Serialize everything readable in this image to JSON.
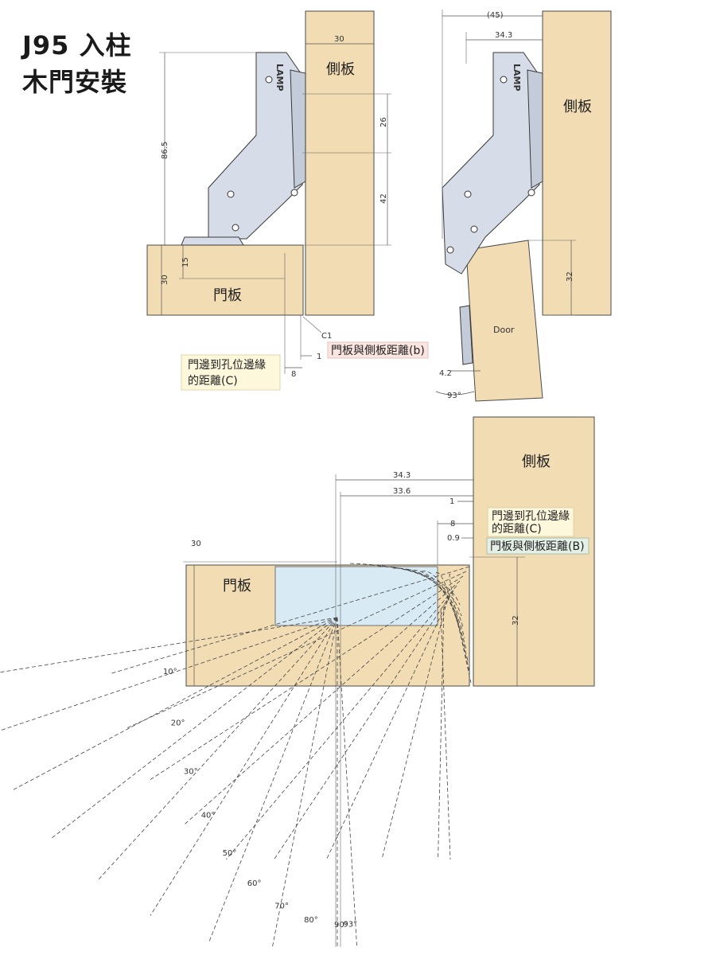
{
  "title": {
    "line1": "J95 入柱",
    "line2": "木門安裝"
  },
  "labels": {
    "side_panel": "側板",
    "door_panel": "門板",
    "door": "Door",
    "brand": "LAMP",
    "c1": "C1",
    "box_c_line1": "門邊到孔位邊緣",
    "box_c_line2": "的距離(C)",
    "box_b_lower": "門板與側板距離(b)",
    "box_b_upper": "門板與側板距離(B)"
  },
  "dimensions": {
    "top_left": {
      "panel_width": "30",
      "height": "86.5",
      "upper": "26",
      "lower": "42",
      "door_thick": "30",
      "cup_depth": "15",
      "gap": "1",
      "edge": "8"
    },
    "top_right": {
      "overall": "(45)",
      "offset": "34.3",
      "door_drop": "32",
      "clearance": "4.2",
      "angle": "93°"
    },
    "bottom": {
      "d1": "34.3",
      "d2": "33.6",
      "d3": "1",
      "d4": "8",
      "d5": "0.9",
      "door_thick": "30",
      "panel_depth": "32"
    }
  },
  "angles": [
    "10°",
    "20°",
    "30°",
    "40°",
    "50°",
    "60°",
    "70°",
    "80°",
    "90°",
    "93°"
  ],
  "colors": {
    "wood": "#f1dcb3",
    "hinge": "#d6dde8",
    "box_yellow": "#fdf7dc",
    "box_pink": "#fbe5e1",
    "box_green": "#e4efe6"
  }
}
